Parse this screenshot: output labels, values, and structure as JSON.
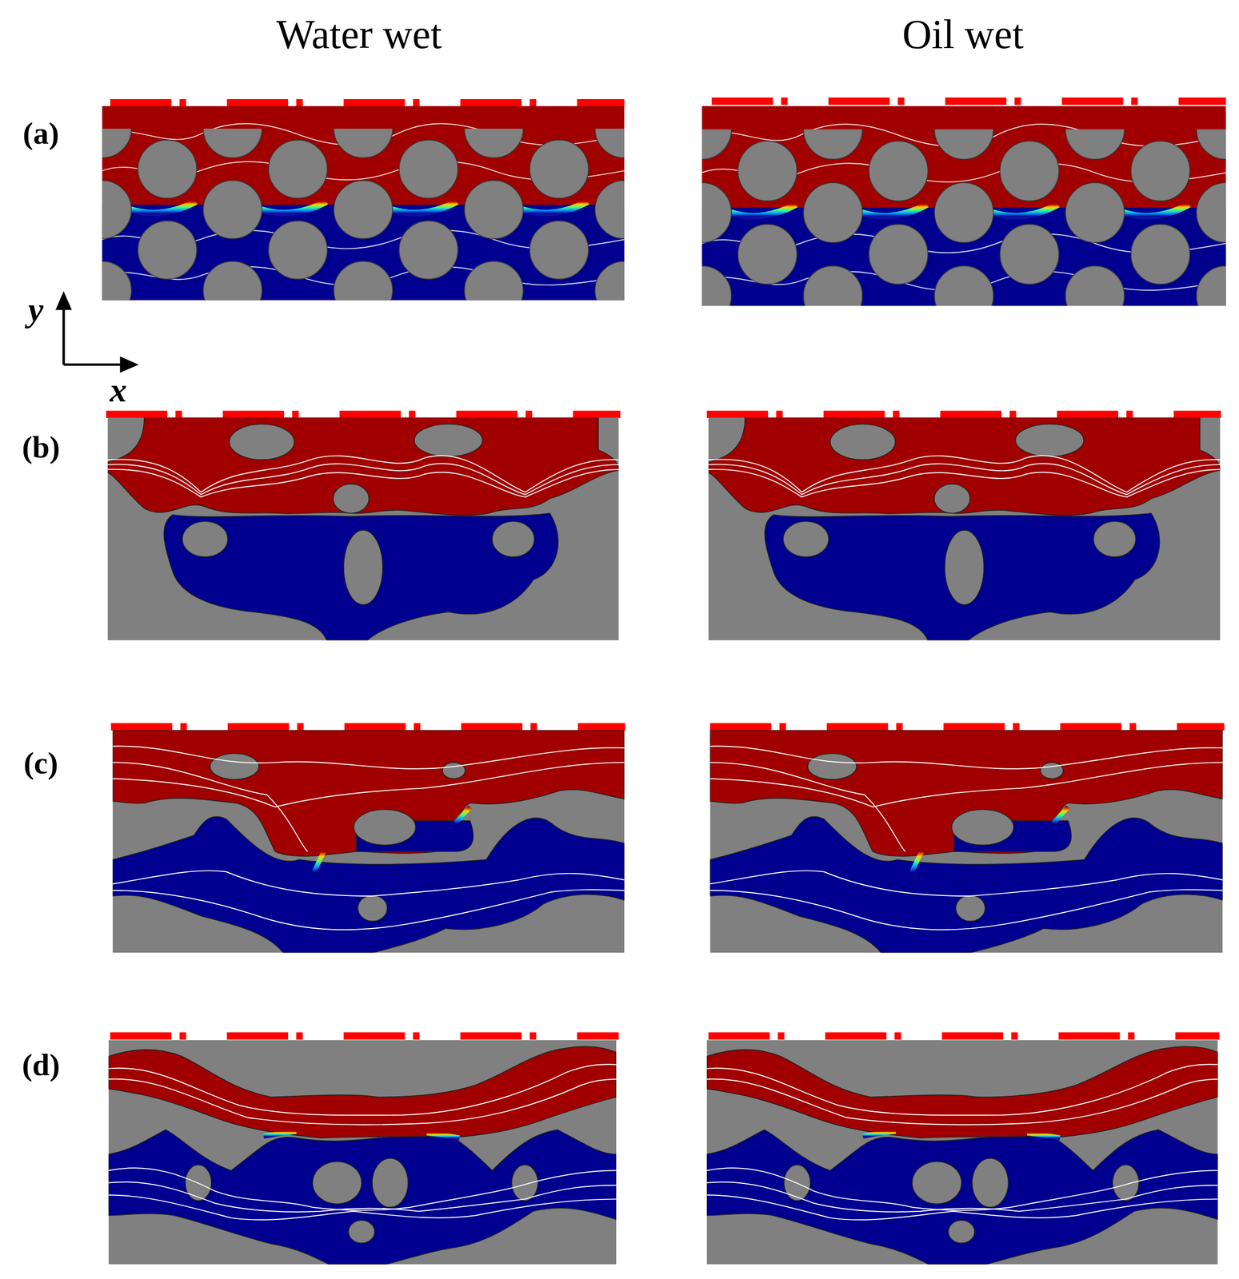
{
  "diagram": {
    "labels": [
      "Water wet",
      "Oil wet",
      "(a)",
      "(b)",
      "(c)",
      "(d)",
      "y",
      "x"
    ]
  }
}
